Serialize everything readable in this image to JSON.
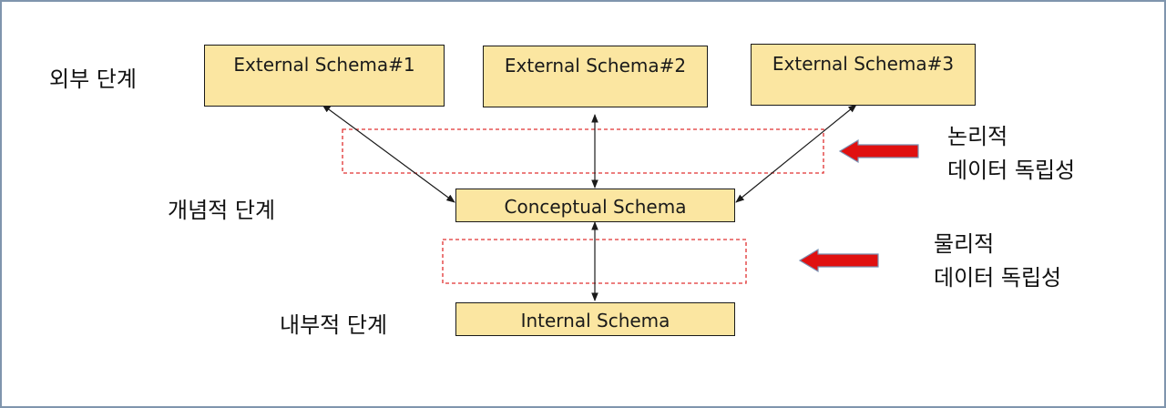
{
  "level_labels": {
    "external": "외부 단계",
    "conceptual": "개념적 단계",
    "internal": "내부적 단계"
  },
  "schemas": {
    "external": [
      "External Schema#1",
      "External Schema#2",
      "External Schema#3"
    ],
    "conceptual": "Conceptual Schema",
    "internal": "Internal Schema"
  },
  "notes": {
    "logical": [
      "논리적",
      "데이터 독립성"
    ],
    "physical": [
      "물리적",
      "데이터 독립성"
    ]
  },
  "colors": {
    "box_fill": "#fbe6a1",
    "box_border": "#1a1a1a",
    "dashed_box": "#e03030",
    "arrow_red": "#e01010",
    "arrow_outline": "#7a8fb0",
    "frame_border": "#7f95ad"
  }
}
